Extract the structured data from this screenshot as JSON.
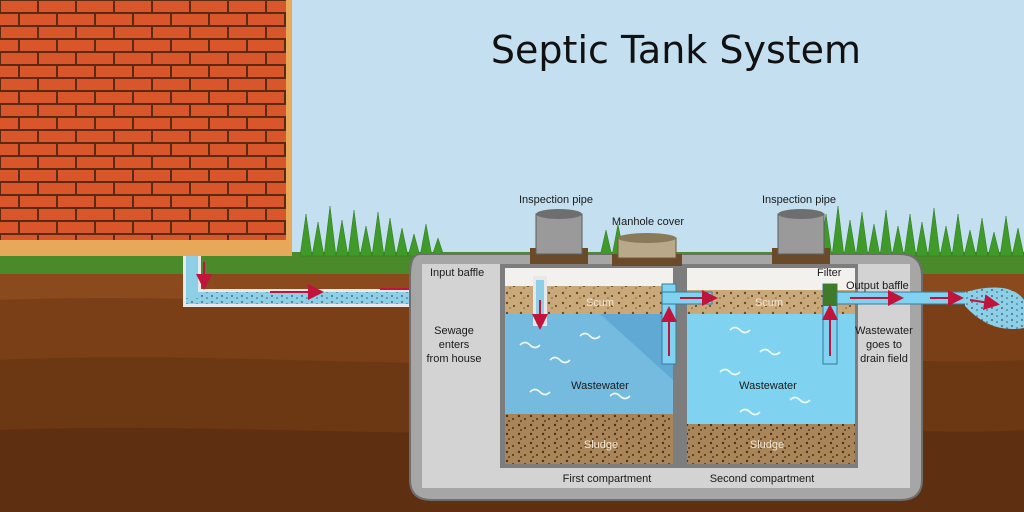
{
  "title": "Septic Tank System",
  "labels": {
    "inspection_pipe_left": "Inspection pipe",
    "inspection_pipe_right": "Inspection pipe",
    "manhole_cover": "Manhole cover",
    "input_baffle": "Input baffle",
    "filter": "Filter",
    "output_baffle": "Output baffle",
    "sewage_line1": "Sewage",
    "sewage_line2": "enters",
    "sewage_line3": "from house",
    "drain_line1": "Wastewater",
    "drain_line2": "goes to",
    "drain_line3": "drain field",
    "scum_left": "Scum",
    "scum_right": "Scum",
    "wastewater_left": "Wastewater",
    "wastewater_right": "Wastewater",
    "sludge_left": "Sludge",
    "sludge_right": "Sludge",
    "first_compartment": "First compartment",
    "second_compartment": "Second compartment"
  },
  "colors": {
    "sky": "#c3dff0",
    "brick": "#d9552a",
    "soil": "#8a4a1d",
    "tank": "#a6a6a6",
    "water_dark": "#5fa9d4",
    "water_light": "#7fd3f0",
    "arrow": "#c0143c",
    "grass": "#3f9a2a"
  }
}
